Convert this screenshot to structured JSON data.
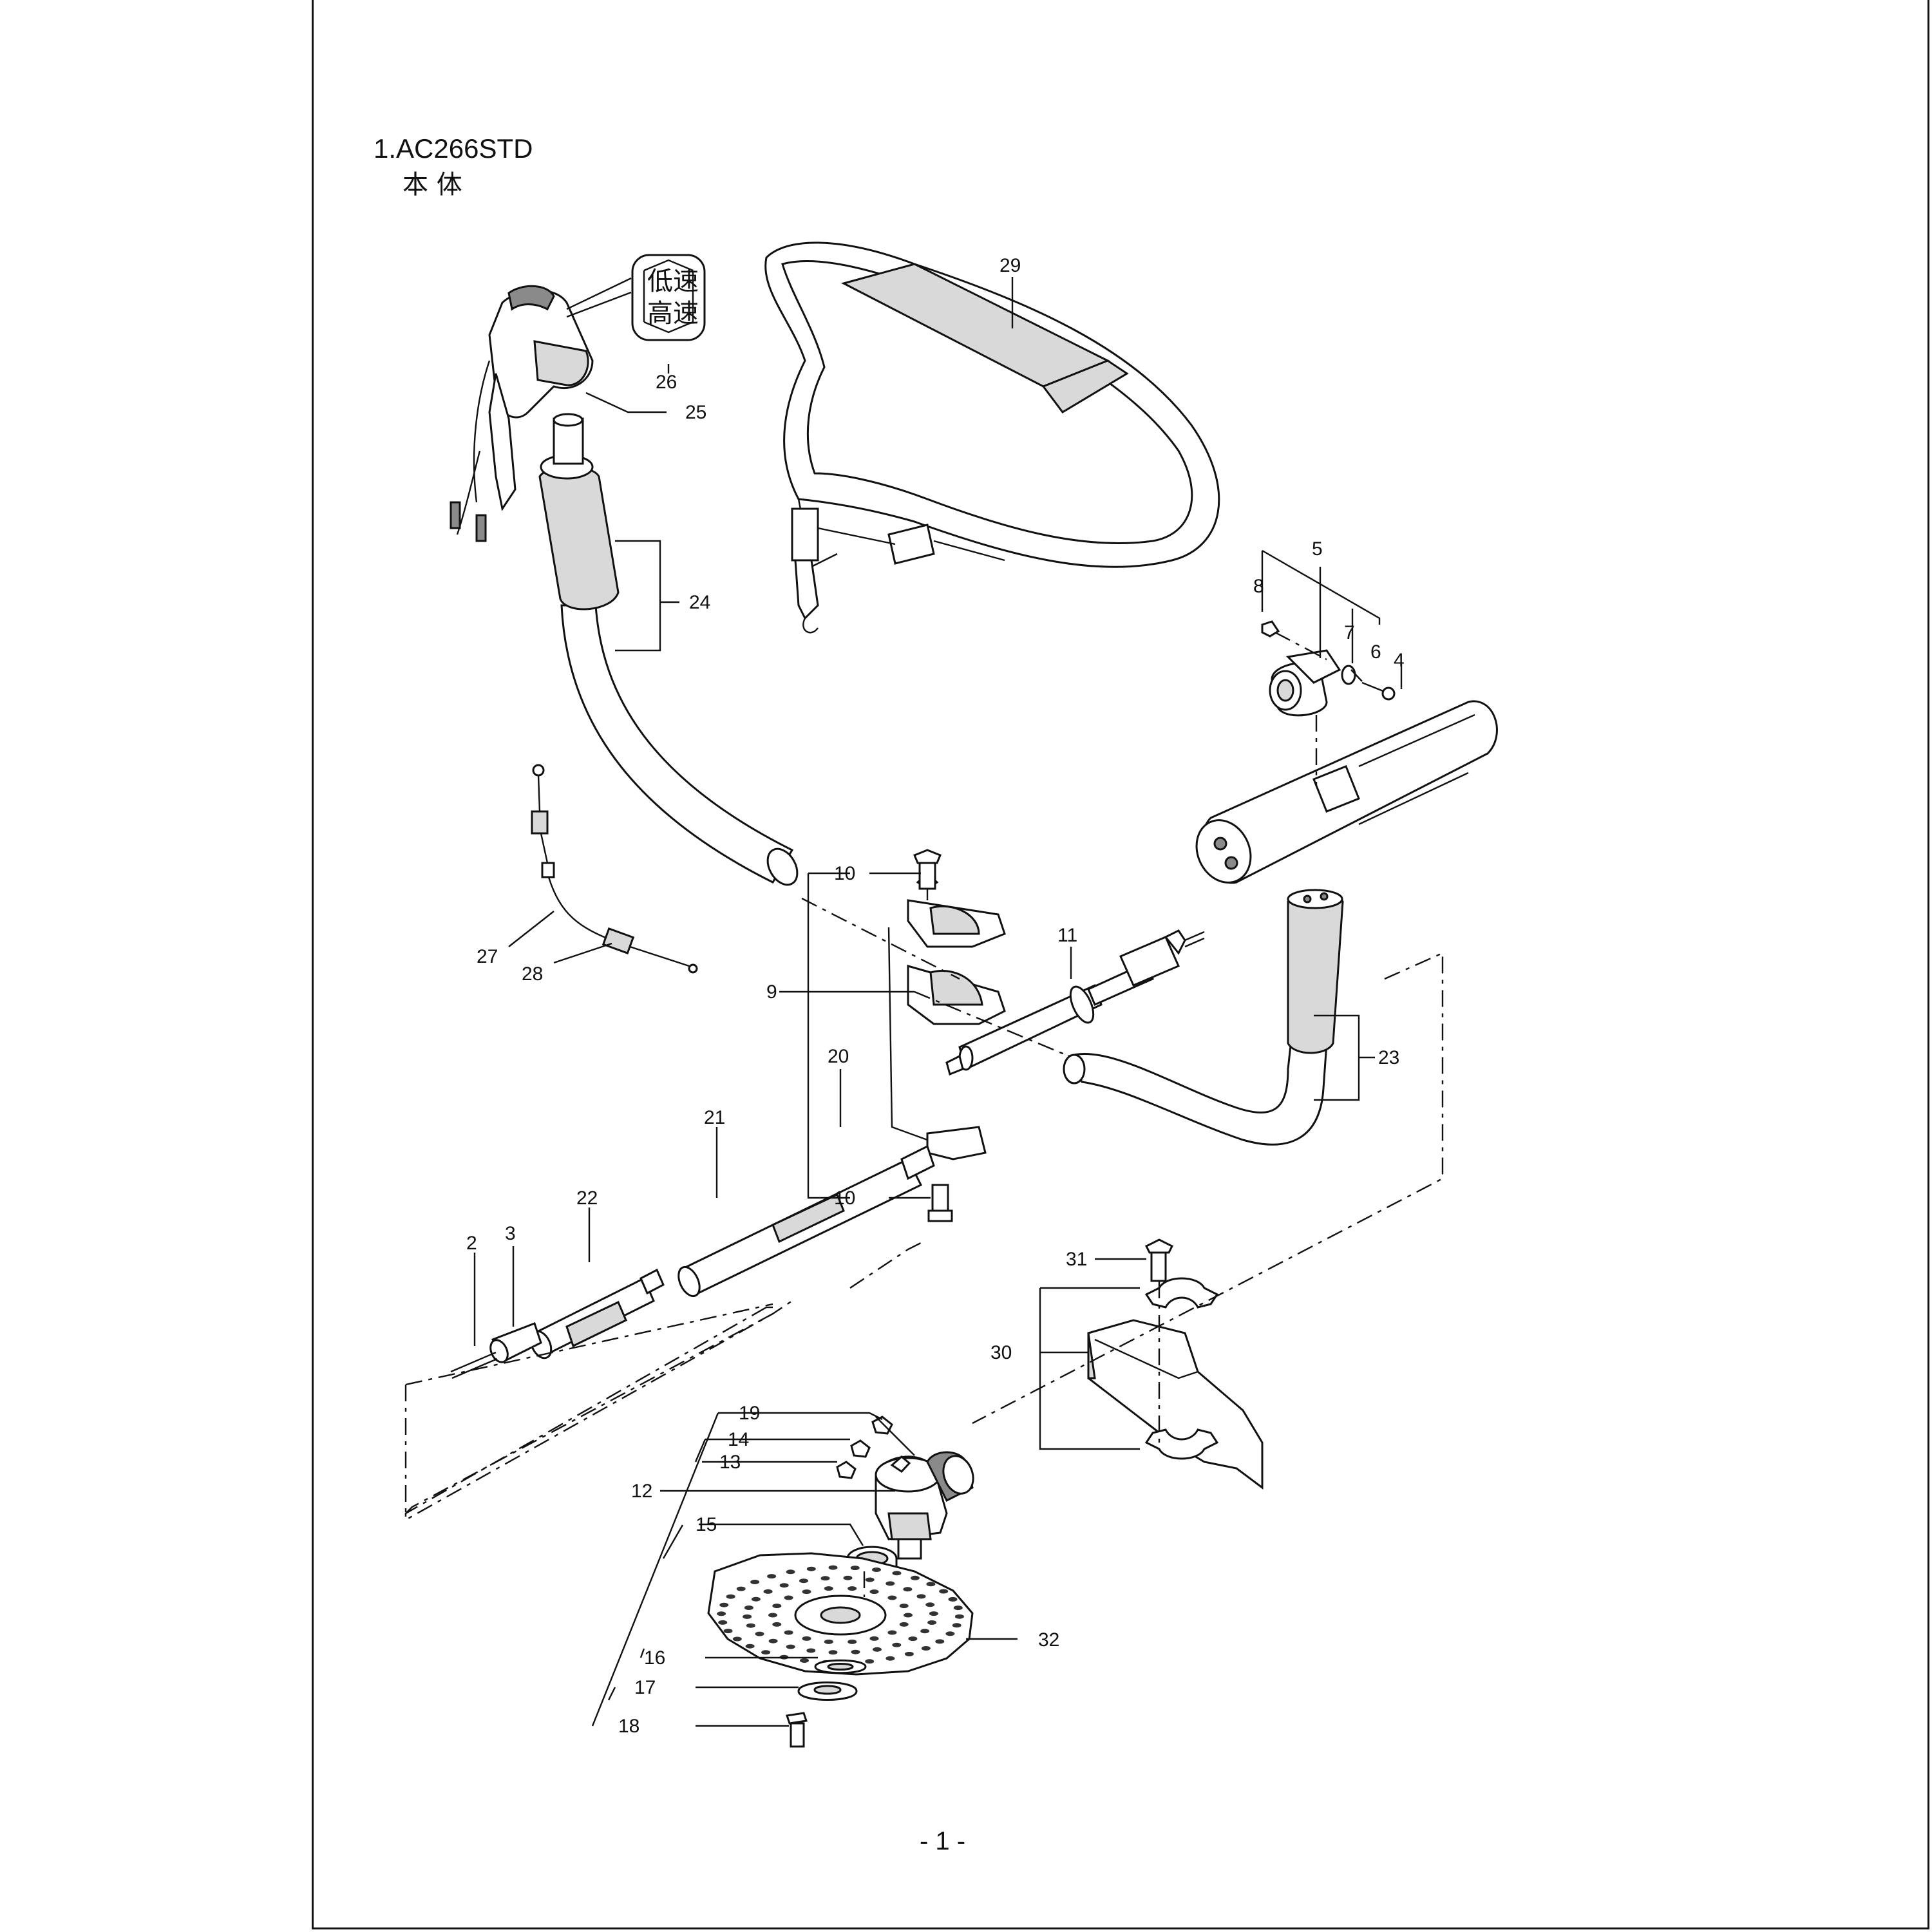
{
  "header": {
    "title": "1.AC266STD",
    "subtitle": "本 体"
  },
  "footer": {
    "page_number": "- 1 -"
  },
  "label_plate": {
    "upper": "低速",
    "lower": "高速"
  },
  "callouts": {
    "c2": "2",
    "c3": "3",
    "c4": "4",
    "c5": "5",
    "c6": "6",
    "c7": "7",
    "c8": "8",
    "c9": "9",
    "c10a": "10",
    "c10b": "10",
    "c11": "11",
    "c12": "12",
    "c13": "13",
    "c14": "14",
    "c15": "15",
    "c16": "16",
    "c17": "17",
    "c18": "18",
    "c19": "19",
    "c20": "20",
    "c21": "21",
    "c22": "22",
    "c23": "23",
    "c24": "24",
    "c25": "25",
    "c26": "26",
    "c27": "27",
    "c28": "28",
    "c29": "29",
    "c30": "30",
    "c31": "31",
    "c32": "32"
  }
}
